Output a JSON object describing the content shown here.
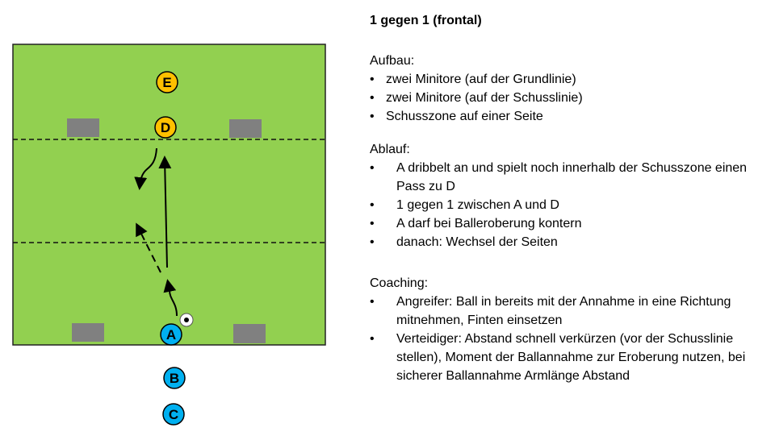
{
  "title": "1 gegen 1 (frontal)",
  "aufbau": {
    "heading": "Aufbau:",
    "items": [
      "zwei Minitore (auf der Grundlinie)",
      "zwei Minitore (auf der Schusslinie)",
      "Schusszone auf einer Seite"
    ]
  },
  "ablauf": {
    "heading": "Ablauf:",
    "items": [
      "A dribbelt an und spielt noch innerhalb der Schusszone einen Pass zu D",
      "1 gegen 1 zwischen A und D",
      "A darf bei Balleroberung kontern",
      "danach: Wechsel der Seiten"
    ]
  },
  "coaching": {
    "heading": "Coaching:",
    "items": [
      "Angreifer: Ball in bereits mit der Annahme in eine Richtung mitnehmen, Finten einsetzen",
      "Verteidiger: Abstand schnell verkürzen (vor der Schusslinie stellen), Moment der Ballannahme zur Eroberung nutzen, bei sicherer Ballannahme Armlänge Abstand"
    ]
  },
  "players": {
    "e": "E",
    "d": "D",
    "a": "A",
    "b": "B",
    "c": "C"
  },
  "colors": {
    "field": "#92d050",
    "attacker": "#00b0f0",
    "defender": "#ffc000",
    "goal": "#808080"
  }
}
